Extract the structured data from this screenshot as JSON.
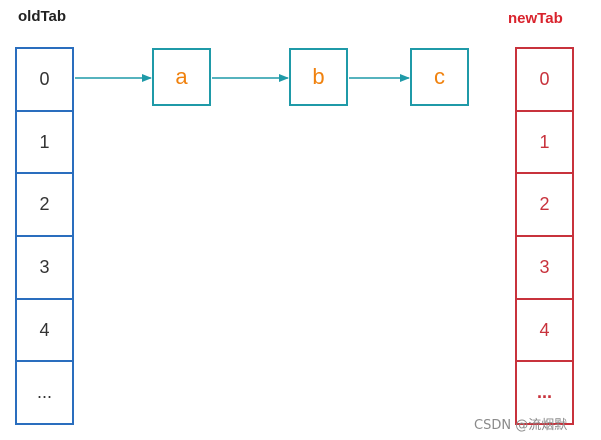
{
  "old_table": {
    "title": "oldTab",
    "cells": [
      "0",
      "1",
      "2",
      "3",
      "4",
      "..."
    ]
  },
  "new_table": {
    "title": "newTab",
    "cells": [
      "0",
      "1",
      "2",
      "3",
      "4",
      "..."
    ]
  },
  "chain": {
    "nodes": [
      "a",
      "b",
      "c"
    ]
  },
  "watermark": "CSDN @流烟默",
  "colors": {
    "old_border": "#2a6ebe",
    "new_accent": "#c8323c",
    "node_border": "#1f9aa8",
    "node_text": "#f0820f"
  }
}
